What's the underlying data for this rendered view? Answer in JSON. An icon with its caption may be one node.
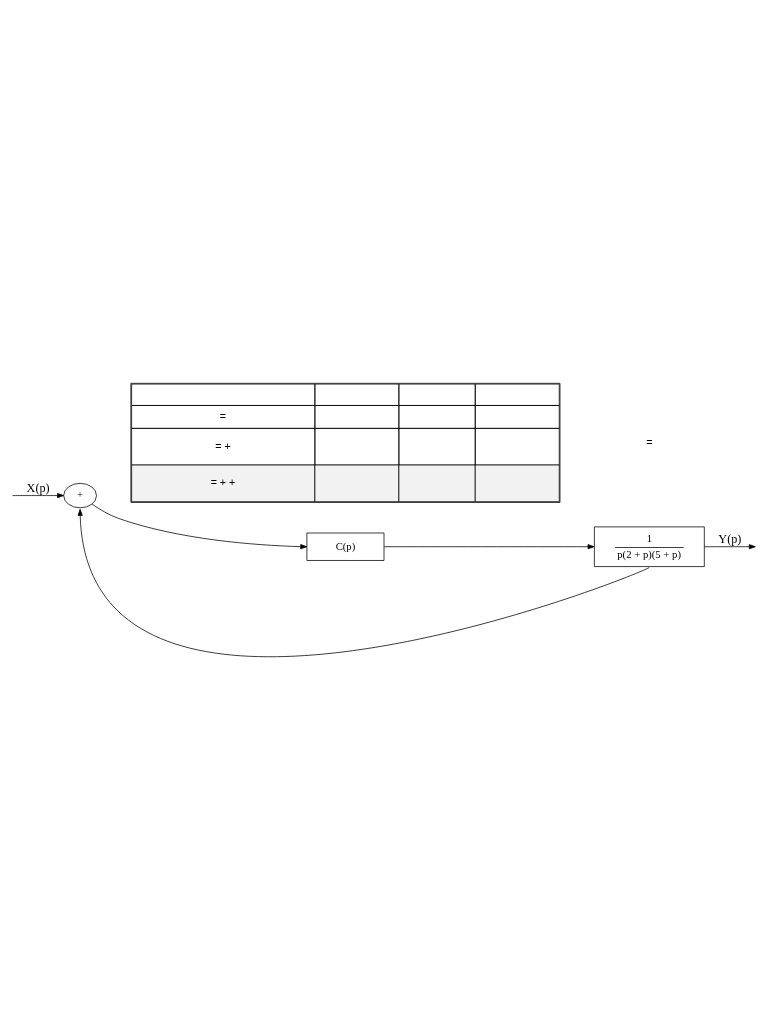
{
  "diagram": {
    "nodes": [
      {
        "text": [
          "+"
        ]
      },
      {
        "text": [
          "C(p)"
        ]
      },
      {
        "text": [
          "1",
          "p(2 + p)(5 + p)"
        ]
      }
    ],
    "edges": [
      {
        "from": null,
        "to": 0,
        "arrow": "to",
        "label": "X(p)"
      },
      {
        "from": 0,
        "to": 1,
        "arrow": "to"
      },
      {
        "from": 1,
        "to": 2,
        "arrow": "to"
      },
      {
        "from": 2,
        "to": null,
        "arrow": "to",
        "label": "Y(p)"
      },
      {
        "from": 2,
        "to": 0,
        "arrow": "to"
      }
    ],
    "labels": [
      "=",
      "= +",
      "= + +",
      "="
    ]
  }
}
